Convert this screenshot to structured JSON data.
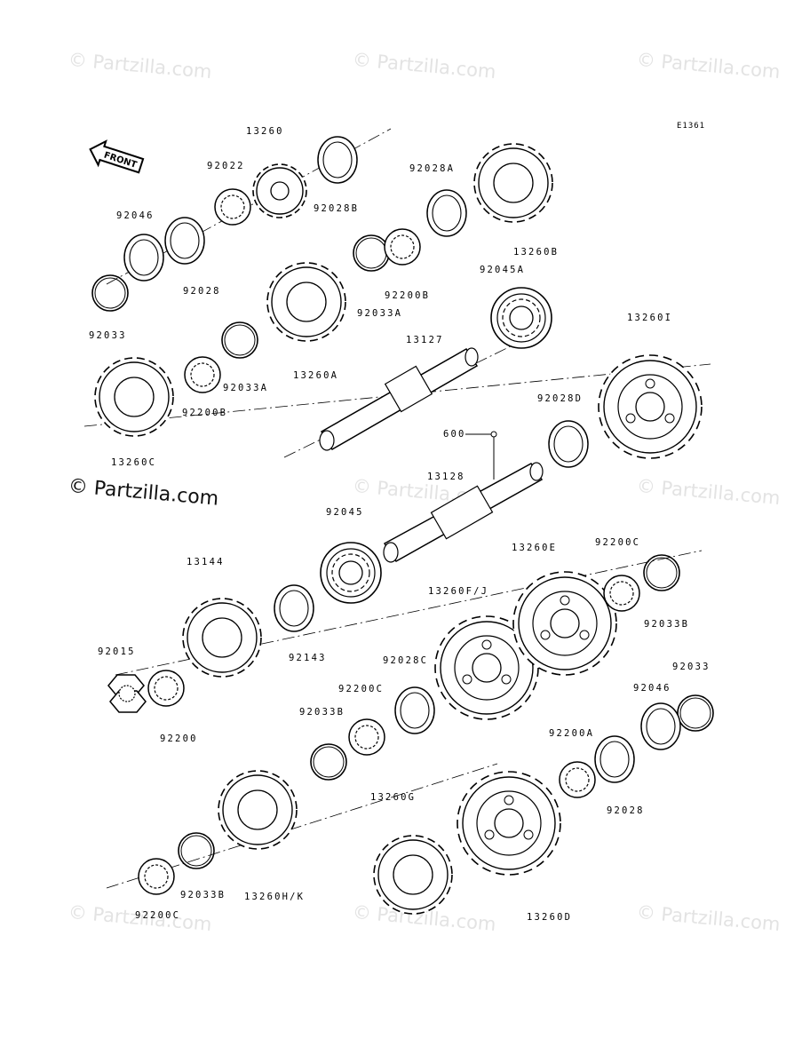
{
  "diagram": {
    "code": "E1361",
    "front_label": "FRONT",
    "watermark": "© Partzilla.com",
    "watermark_main": "© Partzilla.com",
    "labels": {
      "l13260": "13260",
      "l92022": "92022",
      "l92028B": "92028B",
      "l92028A": "92028A",
      "l13260B": "13260B",
      "l92046_top": "92046",
      "l92028_top": "92028",
      "l92033_top": "92033",
      "l92200B_top": "92200B",
      "l92033A_top": "92033A",
      "l13260A": "13260A",
      "l92045A": "92045A",
      "l13127": "13127",
      "l13260I": "13260I",
      "l92033A_left": "92033A",
      "l92200B_left": "92200B",
      "l13260C": "13260C",
      "l92028D": "92028D",
      "l600": "600",
      "l13128": "13128",
      "l92045": "92045",
      "l13144": "13144",
      "l92143": "92143",
      "l13260E": "13260E",
      "l92200C_right": "92200C",
      "l13260FJ": "13260F/J",
      "l92033B_right": "92033B",
      "l92015": "92015",
      "l92028C": "92028C",
      "l92200C_mid": "92200C",
      "l92033_right": "92033",
      "l92046_right": "92046",
      "l92200": "92200",
      "l92033B_mid": "92033B",
      "l92200A": "92200A",
      "l13260G": "13260G",
      "l92028_right": "92028",
      "l92033B_bottom": "92033B",
      "l13260HK": "13260H/K",
      "l92200C_bottom": "92200C",
      "l13260D": "13260D"
    }
  }
}
